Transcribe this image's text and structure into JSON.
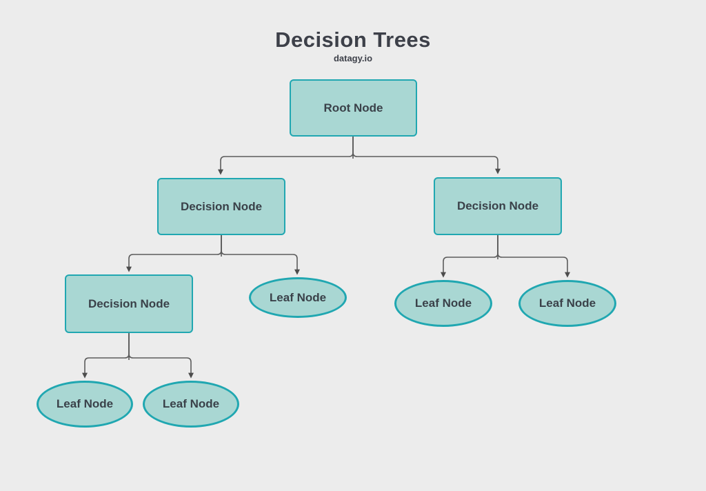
{
  "header": {
    "title": "Decision Trees",
    "subtitle": "datagy.io"
  },
  "nodes": {
    "root": {
      "label": "Root Node",
      "type": "rectangle"
    },
    "decision_left": {
      "label": "Decision Node",
      "type": "rectangle"
    },
    "decision_right": {
      "label": "Decision Node",
      "type": "rectangle"
    },
    "decision_left_child": {
      "label": "Decision Node",
      "type": "rectangle"
    },
    "leaf_center": {
      "label": "Leaf Node",
      "type": "ellipse"
    },
    "leaf_right_a": {
      "label": "Leaf Node",
      "type": "ellipse"
    },
    "leaf_right_b": {
      "label": "Leaf Node",
      "type": "ellipse"
    },
    "leaf_bottom_a": {
      "label": "Leaf Node",
      "type": "ellipse"
    },
    "leaf_bottom_b": {
      "label": "Leaf Node",
      "type": "ellipse"
    }
  },
  "colors": {
    "background": "#ececec",
    "node_fill": "#a9d7d3",
    "node_border": "#20a7b1",
    "node_text": "#3a4149",
    "title_text": "#3d4049",
    "connector": "#5b5b5b",
    "arrow": "#4c4c4c"
  }
}
